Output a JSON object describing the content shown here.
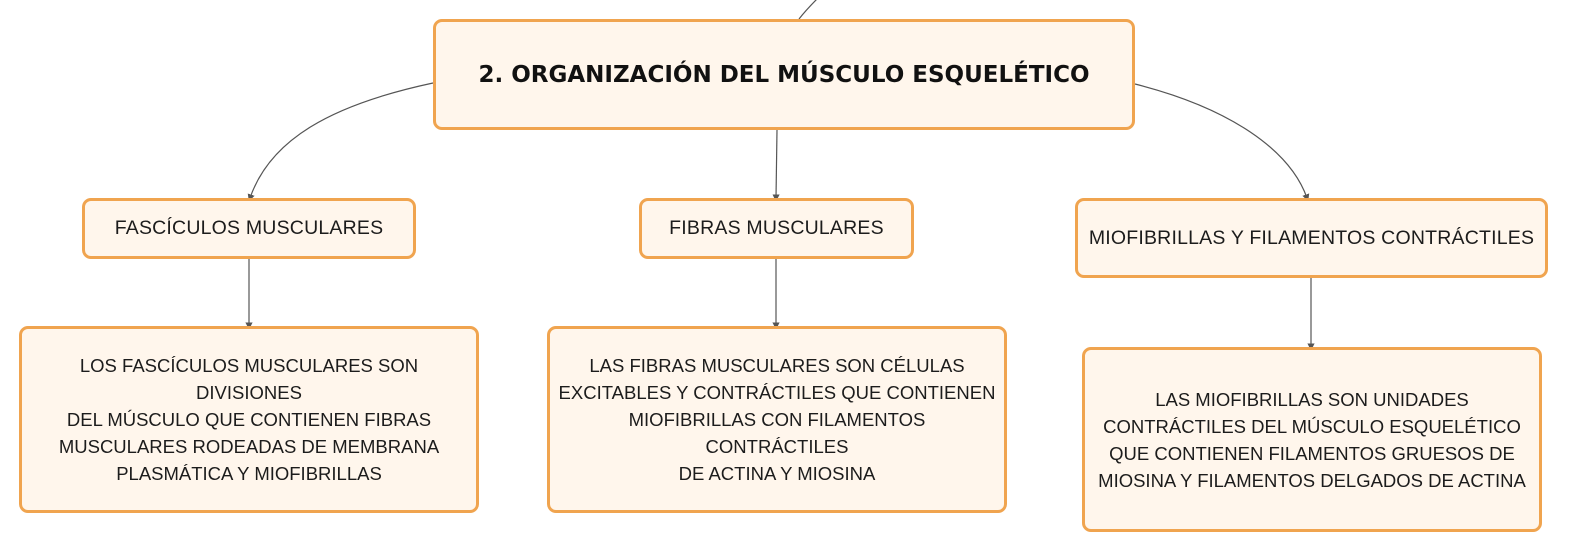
{
  "diagram": {
    "root": {
      "label": "2. ORGANIZACIÓN DEL MÚSCULO ESQUELÉTICO"
    },
    "branches": [
      {
        "label": "FASCÍCULOS MUSCULARES",
        "detail_lines": [
          "LOS FASCÍCULOS MUSCULARES SON DIVISIONES",
          "DEL MÚSCULO QUE CONTIENEN FIBRAS",
          "MUSCULARES RODEADAS DE MEMBRANA",
          "PLASMÁTICA Y MIOFIBRILLAS"
        ]
      },
      {
        "label": "FIBRAS MUSCULARES",
        "detail_lines": [
          "LAS FIBRAS MUSCULARES SON CÉLULAS",
          "EXCITABLES Y CONTRÁCTILES QUE CONTIENEN",
          "MIOFIBRILLAS CON FILAMENTOS CONTRÁCTILES",
          "DE ACTINA Y MIOSINA"
        ]
      },
      {
        "label": "MIOFIBRILLAS Y FILAMENTOS CONTRÁCTILES",
        "detail_lines": [
          "LAS MIOFIBRILLAS SON UNIDADES",
          "CONTRÁCTILES DEL MÚSCULO ESQUELÉTICO",
          "QUE CONTIENEN FILAMENTOS GRUESOS DE",
          "MIOSINA Y FILAMENTOS DELGADOS DE ACTINA"
        ]
      }
    ],
    "colors": {
      "node_fill": "#fff6ec",
      "node_border": "#f0a44f",
      "connector": "#555555",
      "text": "#1c1c1c"
    }
  }
}
